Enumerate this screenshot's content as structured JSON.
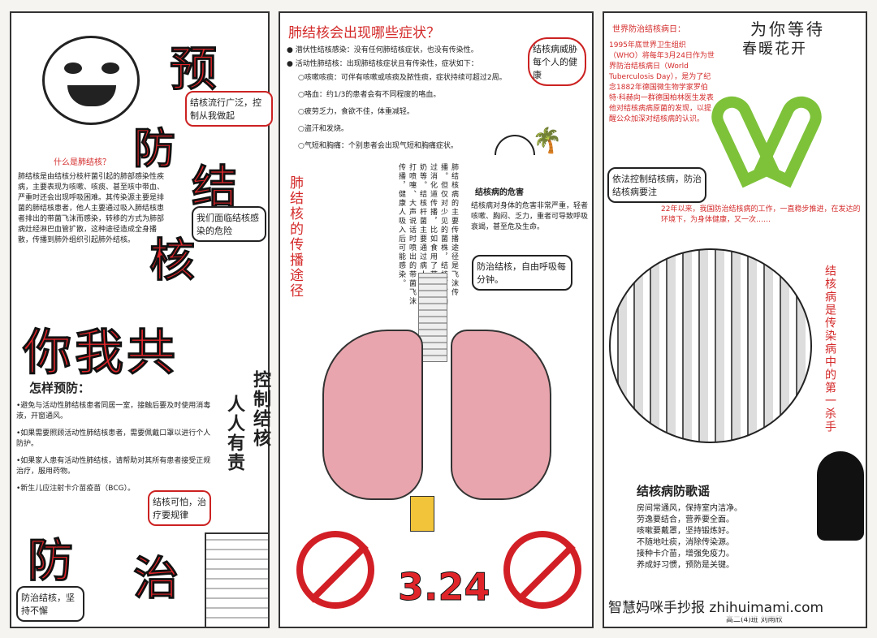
{
  "left": {
    "title_chars": [
      "预",
      "防",
      "结",
      "核"
    ],
    "title2": "你我共",
    "title3_chars": [
      "防",
      "治"
    ],
    "bubble1": "结核流行广泛，控制从我做起",
    "bubble2": "我们面临结核感染的危险",
    "bubble3": "结核可怕，治疗要规律",
    "bubble4": "防治结核，坚持不懈",
    "vertical1": "控制结核",
    "vertical2": "人人有责",
    "what_title": "什么是肺结核？",
    "what_text": "肺结核是由结核分枝杆菌引起的肺部感染性疾病，主要表现为咳嗽、咳痰、甚至咳中带血、严重时还会出现呼吸困难。其传染源主要是排菌的肺结核患者，他人主要通过吸入肺结核患者排出的带菌飞沫而感染，转移的方式为肺部病灶经淋巴血管扩散，这种途径造成全身播散，传播到肺外组织引起肺外结核。",
    "how_title": "怎样预防：",
    "how_items": [
      "•避免与活动性肺结核患者同居一室，接触后要及时使用消毒液，开窗通风。",
      "•如果需要照顾活动性肺结核患者，需要佩戴口罩以进行个人防护。",
      "•如果家人患有活动性肺结核，请帮助对其所有患者接受正规治疗，服用药物。",
      "•新生儿应注射卡介苗疫苗（BCG）。"
    ]
  },
  "middle": {
    "title": "肺结核会出现哪些症状？",
    "items": [
      "● 潜伏性结核感染：没有任何肺结核症状，也没有传染性。",
      "● 活动性肺结核：出现肺结核症状且有传染性，症状如下：",
      "○咳嗽咳痰：可伴有咳嗽或咳痰及脓性痰，症状持续可超过2周。",
      "○咯血：约1/3的患者会有不同程度的咯血。",
      "○疲劳乏力，食欲不佳，体重减轻。",
      "○盗汗和发烧。",
      "○气短和胸痛：个别患者会出现气短和胸痛症状。"
    ],
    "bubble_top": "结核病威胁每个人的健康",
    "route_title": "肺结核的传播途径",
    "route_text": "肺结核病的主要传播途径是飞沫传播。但仅对少见的菌株，结核菌可通过消化道传播，比如食用了带菌的牛奶等。结核杆菌主要通过病人咳嗽、打喷嚏、大声说话时喷出的带菌飞沫传播，健康人吸入后可能感染。",
    "hazard_title": "结核病的危害",
    "hazard_text": "结核病对身体的危害非常严重，轻者咳嗽、胸闷、乏力，重者可导致呼吸衰竭，甚至危及生命。",
    "bubble_mid": "防治结核，自由呼吸每分钟。",
    "date": "3.24"
  },
  "right": {
    "slogan1": "为你等待",
    "slogan2": "春暖花开",
    "day_title": "世界防治结核病日：",
    "day_text": "1995年底世界卫生组织（WHO）将每年3月24日作为世界防治结核病日（World Tuberculosis Day），是为了纪念1882年德国微生物学家罗伯特·科赫向一群德国柏林医生发表他对结核病病原菌的发现，以提醒公众加深对结核病的认识。",
    "bubble": "依法控制结核病，防治结核病要注",
    "note": "22年以来，我国防治结核病的工作，一直稳步推进，在发达的环境下，为身体健康，又一次……",
    "vertical": "结核病是传染病中的第一杀手",
    "song_title": "结核病防歌谣",
    "song_lines": [
      "房间常通风，保持室内洁净。",
      "劳逸要结合，营养要全面。",
      "咳嗽要戴罩，坚持锻炼好。",
      "不随地吐痰，消除传染源。",
      "接种卡介苗，增强免疫力。",
      "养成好习惯，预防是关键。"
    ],
    "author": "高二(4)班 刘雨欣"
  },
  "watermark": "智慧妈咪手抄报 zhihuimami.com",
  "colors": {
    "accent": "#e0252a",
    "ribbon": "#7ec23a",
    "lung": "#e9a5ad"
  }
}
